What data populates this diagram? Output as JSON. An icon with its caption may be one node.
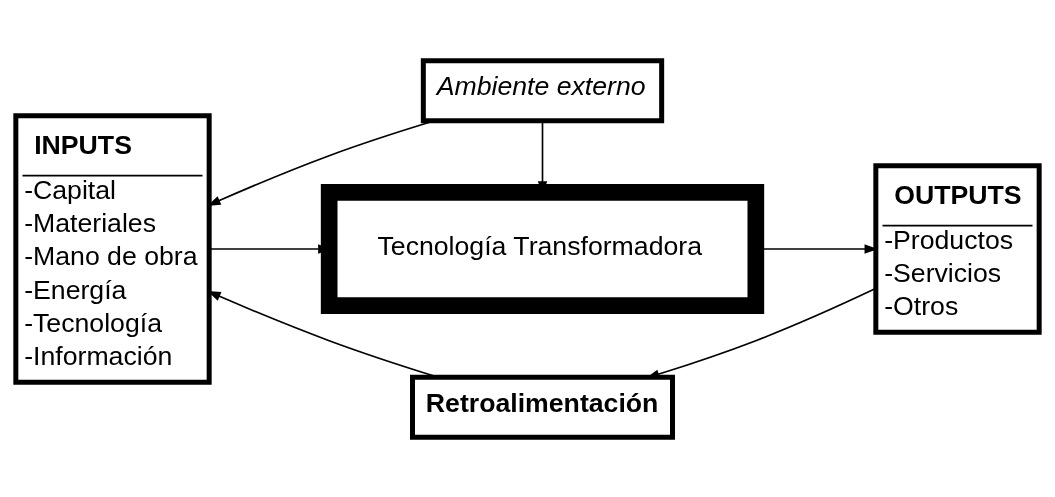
{
  "diagram": {
    "nodes": [
      {
        "text": [
          "Ambiente externo"
        ]
      },
      {
        "text": [
          "INPUTS",
          "-Capital",
          "-Materiales",
          "-Mano de obra",
          "-Energía",
          "-Tecnología",
          "-Información"
        ]
      },
      {
        "text": [
          "Tecnología Transformadora"
        ]
      },
      {
        "text": [
          "OUTPUTS",
          "-Productos",
          "-Servicios",
          "-Otros"
        ]
      },
      {
        "text": [
          "Retroalimentación"
        ]
      }
    ],
    "edges": [
      {
        "from": 0,
        "to": 1,
        "arrow": "to"
      },
      {
        "from": 0,
        "to": 2,
        "arrow": "to"
      },
      {
        "from": 1,
        "to": 2,
        "arrow": "to"
      },
      {
        "from": 2,
        "to": 3,
        "arrow": "to"
      },
      {
        "from": 3,
        "to": 4,
        "arrow": "to"
      },
      {
        "from": 4,
        "to": 1,
        "arrow": "to"
      }
    ]
  }
}
